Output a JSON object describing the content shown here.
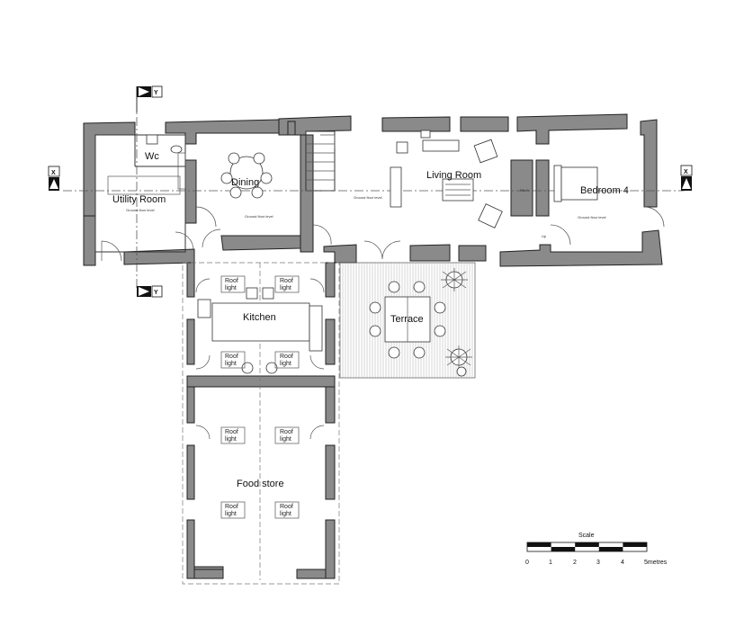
{
  "rooms": {
    "wc": "Wc",
    "utility": "Utility Room",
    "dining": "Dining",
    "living": "Living Room",
    "bedroom": "Bedroom 4",
    "kitchen": "Kitchen",
    "terrace": "Terrace",
    "food_store": "Food store"
  },
  "section_markers": {
    "y_label": "Y",
    "x_label": "X"
  },
  "small_labels": {
    "ground_floor_level": "Ground floor level",
    "plinth": "Plinth",
    "up": "Up",
    "roof_light_top": "Roof",
    "roof_light_bottom": "light"
  },
  "scale_bar": {
    "title": "Scale",
    "ticks": [
      "0",
      "1",
      "2",
      "3",
      "4",
      "5metres"
    ]
  },
  "colors": {
    "wall_fill": "#8a8a8a",
    "line": "#333333",
    "background": "#ffffff"
  }
}
